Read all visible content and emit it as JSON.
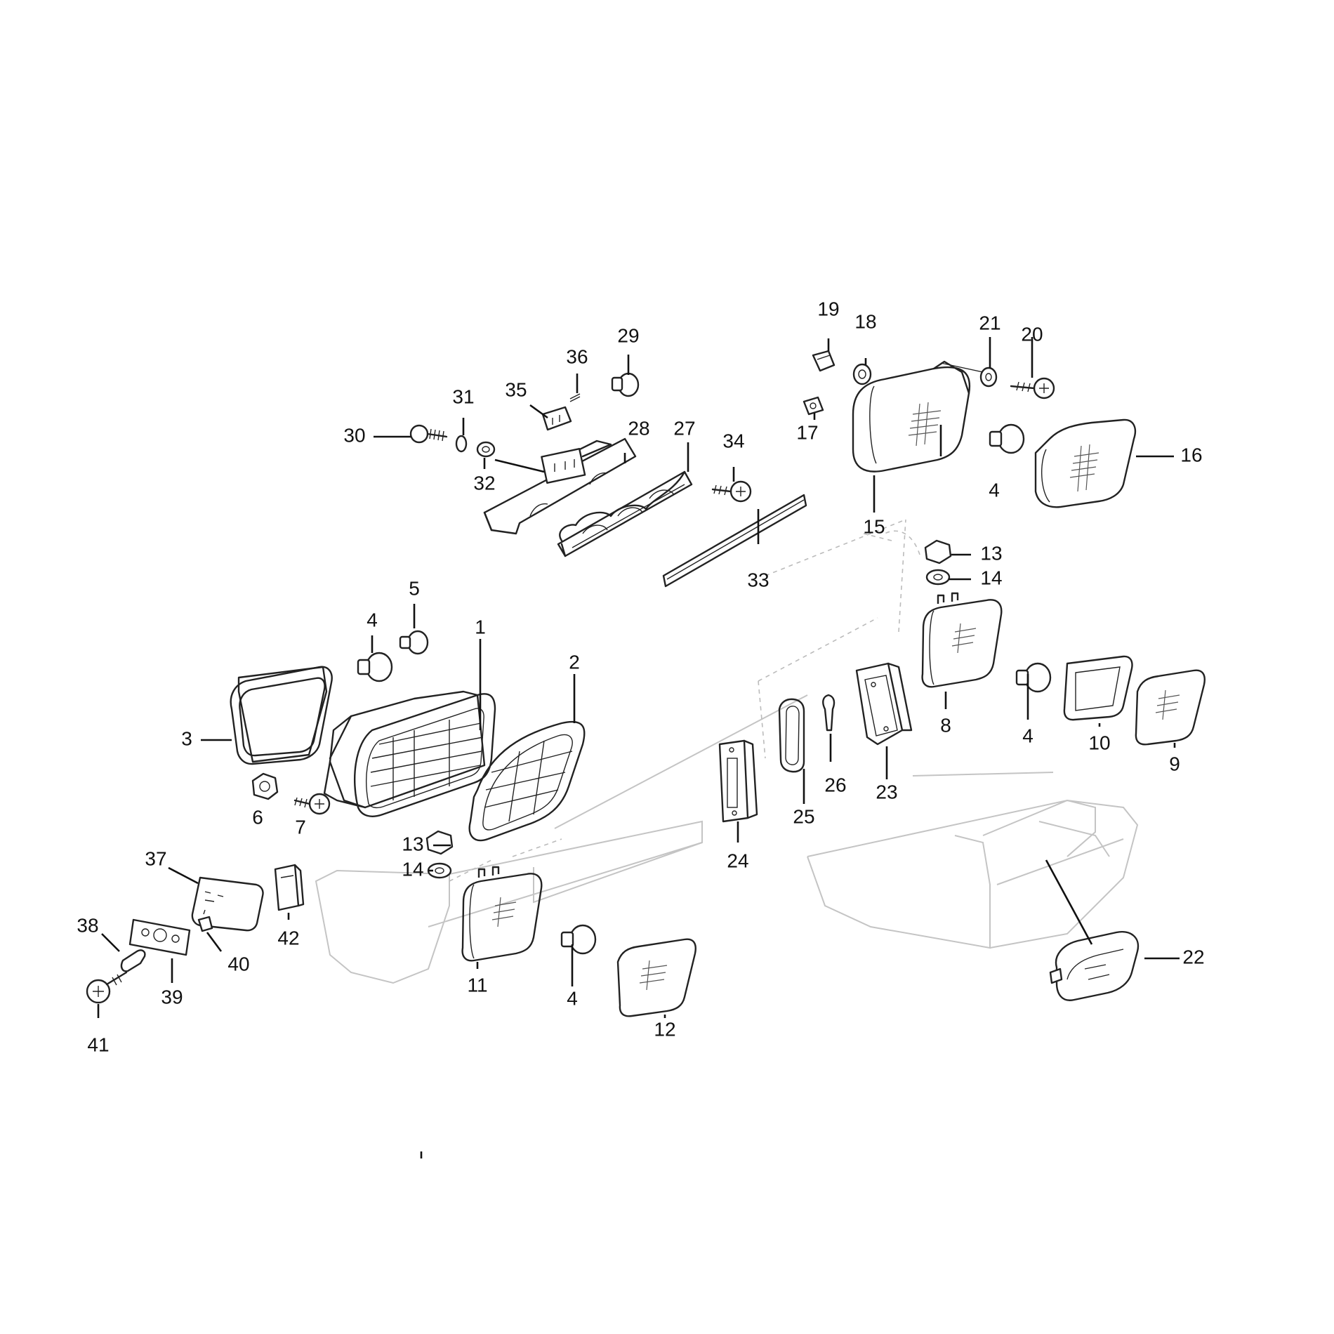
{
  "diagram": {
    "callouts": [
      {
        "id": "c1",
        "label": "1"
      },
      {
        "id": "c2",
        "label": "2"
      },
      {
        "id": "c3",
        "label": "3"
      },
      {
        "id": "c4a",
        "label": "4"
      },
      {
        "id": "c4b",
        "label": "4"
      },
      {
        "id": "c4c",
        "label": "4"
      },
      {
        "id": "c4d",
        "label": "4"
      },
      {
        "id": "c5",
        "label": "5"
      },
      {
        "id": "c6",
        "label": "6"
      },
      {
        "id": "c7",
        "label": "7"
      },
      {
        "id": "c8",
        "label": "8"
      },
      {
        "id": "c9",
        "label": "9"
      },
      {
        "id": "c10",
        "label": "10"
      },
      {
        "id": "c11",
        "label": "11"
      },
      {
        "id": "c12",
        "label": "12"
      },
      {
        "id": "c13a",
        "label": "13"
      },
      {
        "id": "c13b",
        "label": "13"
      },
      {
        "id": "c14a",
        "label": "14"
      },
      {
        "id": "c14b",
        "label": "14"
      },
      {
        "id": "c15",
        "label": "15"
      },
      {
        "id": "c16",
        "label": "16"
      },
      {
        "id": "c17",
        "label": "17"
      },
      {
        "id": "c18",
        "label": "18"
      },
      {
        "id": "c19",
        "label": "19"
      },
      {
        "id": "c20",
        "label": "20"
      },
      {
        "id": "c21",
        "label": "21"
      },
      {
        "id": "c22",
        "label": "22"
      },
      {
        "id": "c23",
        "label": "23"
      },
      {
        "id": "c24",
        "label": "24"
      },
      {
        "id": "c25",
        "label": "25"
      },
      {
        "id": "c26",
        "label": "26"
      },
      {
        "id": "c27",
        "label": "27"
      },
      {
        "id": "c28",
        "label": "28"
      },
      {
        "id": "c29",
        "label": "29"
      },
      {
        "id": "c30",
        "label": "30"
      },
      {
        "id": "c31",
        "label": "31"
      },
      {
        "id": "c32",
        "label": "32"
      },
      {
        "id": "c33",
        "label": "33"
      },
      {
        "id": "c34",
        "label": "34"
      },
      {
        "id": "c35",
        "label": "35"
      },
      {
        "id": "c36",
        "label": "36"
      },
      {
        "id": "c37",
        "label": "37"
      },
      {
        "id": "c38",
        "label": "38"
      },
      {
        "id": "c39",
        "label": "39"
      },
      {
        "id": "c40",
        "label": "40"
      },
      {
        "id": "c41",
        "label": "41"
      },
      {
        "id": "c42",
        "label": "42"
      }
    ]
  }
}
